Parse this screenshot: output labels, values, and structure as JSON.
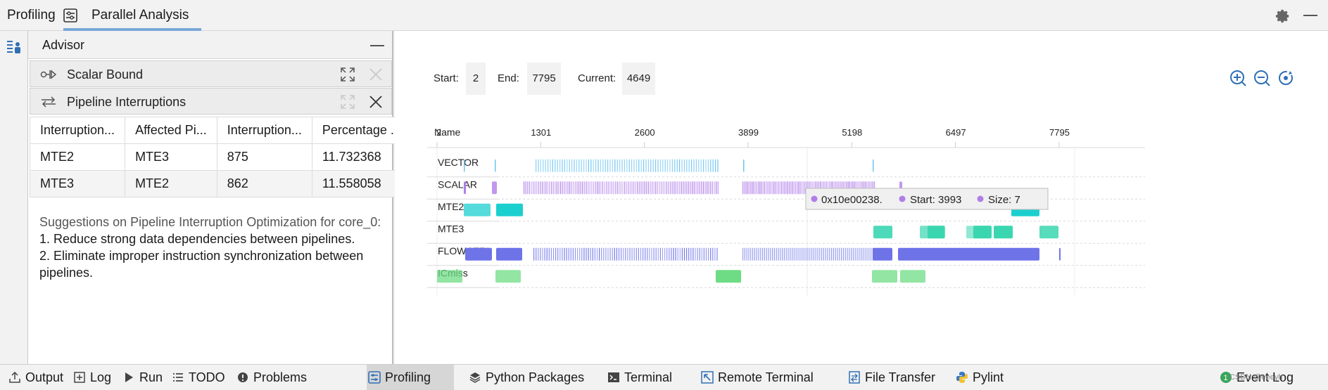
{
  "top_tabs": {
    "profiling": "Profiling",
    "parallel": "Parallel Analysis"
  },
  "advisor": {
    "title": "Advisor",
    "sections": {
      "scalar": "Scalar Bound",
      "pipeline": "Pipeline Interruptions"
    },
    "table": {
      "headers": [
        "Interruption...",
        "Affected Pi...",
        "Interruption...",
        "Percentage ..."
      ],
      "rows": [
        [
          "MTE2",
          "MTE3",
          "875",
          "11.732368"
        ],
        [
          "MTE3",
          "MTE2",
          "862",
          "11.558058"
        ]
      ]
    },
    "suggestions": {
      "title": "Suggestions on Pipeline Interruption Optimization for core_0:",
      "line1": "1. Reduce strong data dependencies between pipelines.",
      "line2": "2. Eliminate improper instruction synchronization between pipelines."
    }
  },
  "controls": {
    "start_label": "Start:",
    "start_value": "2",
    "end_label": "End:",
    "end_value": "7795",
    "current_label": "Current:",
    "current_value": "4649"
  },
  "timeline": {
    "name_header": "Name",
    "ticks": [
      "2",
      "1301",
      "2600",
      "3899",
      "5198",
      "6497",
      "7795"
    ],
    "rows": [
      "VECTOR",
      "SCALAR",
      "MTE2",
      "MTE3",
      "FLOWCTRL",
      "ICmiss"
    ],
    "colors": {
      "VECTOR": "#6cc4f2",
      "SCALAR": "#b07ee8",
      "MTE2": "#1ccfcf",
      "MTE3": "#3ad6b0",
      "FLOWCTRL": "#6f73e8",
      "ICmiss": "#6edc84"
    },
    "tooltip": {
      "name": "0x10e00238.",
      "start": "Start: 3993",
      "size": "Size: 7"
    }
  },
  "bottom_bar": {
    "output": "Output",
    "log": "Log",
    "run": "Run",
    "todo": "TODO",
    "problems": "Problems",
    "profiling": "Profiling",
    "python_packages": "Python Packages",
    "terminal": "Terminal",
    "remote_terminal": "Remote Terminal",
    "file_transfer": "File Transfer",
    "pylint": "Pylint",
    "event_log": "Event Log",
    "watermark": "CSDN @eeeyh"
  }
}
